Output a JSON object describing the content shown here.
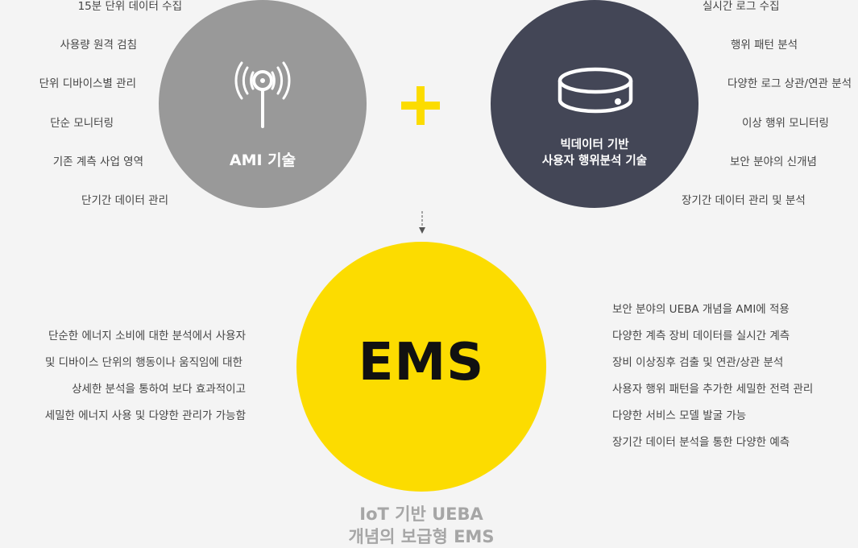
{
  "colors": {
    "background": "#f4f4f4",
    "ami_circle": "#999999",
    "bigdata_circle": "#434656",
    "ems_circle": "#fcdc00",
    "plus": "#fcdc00",
    "caption": "#a6a6a6"
  },
  "ami": {
    "title": "AMI 기술",
    "icon": "antenna-icon",
    "features": [
      "15분 단위 데이터 수집",
      "사용량 원격 검침",
      "단위 디바이스별 관리",
      "단순 모니터링",
      "기존 계측 사업 영역",
      "단기간 데이터 관리"
    ]
  },
  "bigdata": {
    "title_line1": "빅데이터 기반",
    "title_line2": "사용자 행위분석 기술",
    "icon": "database-disk-icon",
    "features": [
      "실시간 로그 수집",
      "행위 패턴 분석",
      "다양한 로그 상관/연관 분석",
      "이상 행위 모니터링",
      "보안 분야의 신개념",
      "장기간 데이터 관리 및 분석"
    ]
  },
  "plus_icon": "plus-icon",
  "arrow_icon": "dashed-arrow-down-icon",
  "ems": {
    "title": "EMS",
    "description": [
      "단순한 에너지 소비에 대한 분석에서 사용자",
      "및 디바이스 단위의 행동이나 움직임에 대한",
      "상세한 분석을 통하여 보다 효과적이고",
      "세밀한 에너지 사용 및 다양한 관리가 가능함"
    ],
    "features": [
      "보안 분야의 UEBA 개념을 AMI에 적용",
      "다양한 계측 장비 데이터를 실시간 계측",
      "장비 이상징후 검출 및 연관/상관 분석",
      "사용자 행위 패턴을 추가한 세밀한 전력 관리",
      "다양한 서비스 모델 발굴 가능",
      "장기간 데이터 분석을 통한 다양한 예측"
    ]
  },
  "caption": {
    "line1": "IoT 기반 UEBA",
    "line2": "개념의 보급형 EMS"
  }
}
